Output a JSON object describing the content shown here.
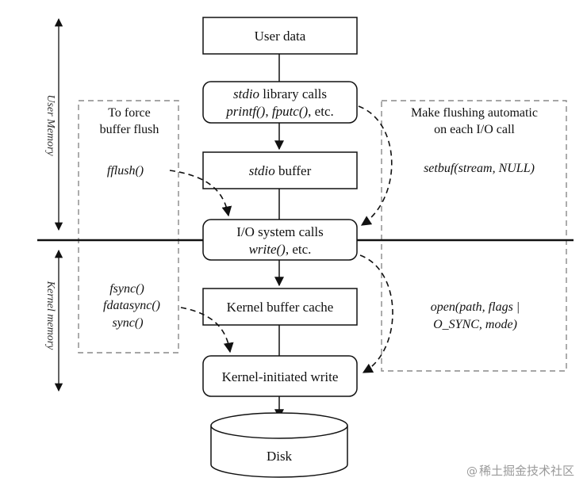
{
  "boxes": {
    "user_data": "User data",
    "stdio_calls_line1_ital": "stdio",
    "stdio_calls_line1_rest": " library calls",
    "stdio_calls_line2_a": "printf()",
    "stdio_calls_line2_sep": ", ",
    "stdio_calls_line2_b": "fputc()",
    "stdio_calls_line2_rest": ", etc.",
    "stdio_buffer_ital": "stdio",
    "stdio_buffer_rest": " buffer",
    "io_calls_line1": "I/O system calls",
    "io_calls_line2_ital": "write()",
    "io_calls_line2_rest": ", etc.",
    "kernel_buffer": "Kernel buffer cache",
    "kernel_write": "Kernel-initiated write",
    "disk": "Disk"
  },
  "side_labels": {
    "user_memory": "User Memory",
    "kernel_memory": "Kernel memory"
  },
  "left_notes": {
    "force_line1": "To force",
    "force_line2": "buffer flush",
    "fflush": "fflush()",
    "fsync": "fsync()",
    "fdatasync": "fdatasync()",
    "sync": "sync()"
  },
  "right_notes": {
    "auto_line1": "Make flushing automatic",
    "auto_line2": "on each I/O call",
    "setbuf": "setbuf(stream, NULL)",
    "open_line1": "open(path, flags |",
    "open_line2": "O_SYNC, mode)"
  },
  "watermark": {
    "at": "@",
    "text": "稀土掘金技术社区"
  }
}
